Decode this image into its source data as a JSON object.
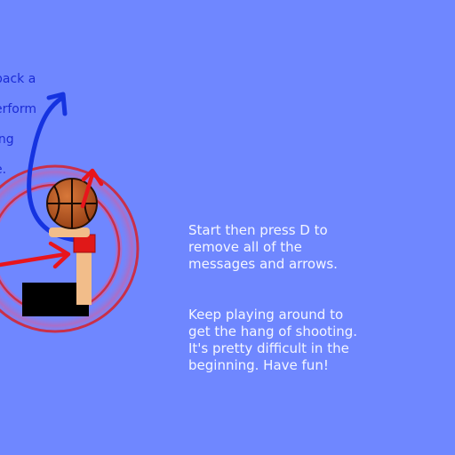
{
  "hint_text": {
    "lines": [
      "back a",
      "erform",
      "ing",
      "e."
    ]
  },
  "tutorial": {
    "paragraph1": "Start then press D to\nremove all of the\nmessages and arrows.",
    "paragraph2": "Keep playing around to\nget the hang of shooting.\nIt's pretty difficult in the\nbeginning. Have fun!"
  },
  "colors": {
    "background": "#6f87ff",
    "ring": "#c93049",
    "arrow_blue": "#1533e0",
    "arrow_red": "#e8151c",
    "ball": "#b8561f",
    "jersey": "#e01818",
    "skin": "#f2bd8a",
    "shadow_box": "#000000"
  }
}
